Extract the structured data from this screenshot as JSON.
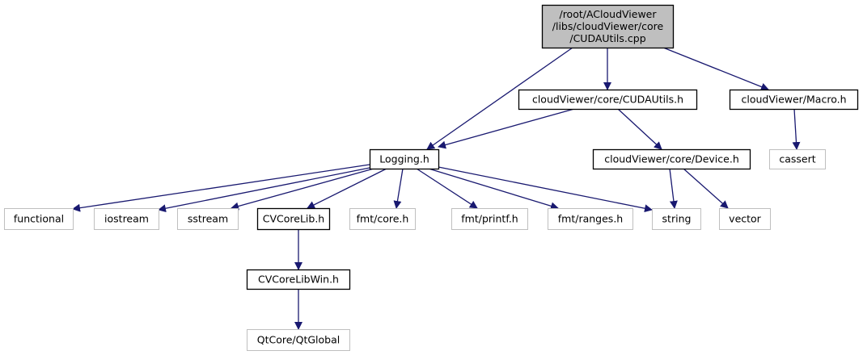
{
  "diagram": {
    "title": "Include dependency graph for CUDAUtils.cpp",
    "colors": {
      "edge": "#191970",
      "root_fill": "#bfbfbf",
      "root_stroke": "#000000",
      "internal_stroke": "#000000",
      "external_stroke": "#bfbfbf",
      "node_fill": "#ffffff"
    },
    "nodes": [
      {
        "id": "root",
        "label_lines": [
          "/root/ACloudViewer",
          "/libs/cloudViewer/core",
          "/CUDAUtils.cpp"
        ],
        "kind": "root"
      },
      {
        "id": "cudautils_h",
        "label_lines": [
          "cloudViewer/core/CUDAUtils.h"
        ],
        "kind": "internal"
      },
      {
        "id": "macro_h",
        "label_lines": [
          "cloudViewer/Macro.h"
        ],
        "kind": "internal"
      },
      {
        "id": "logging_h",
        "label_lines": [
          "Logging.h"
        ],
        "kind": "internal"
      },
      {
        "id": "device_h",
        "label_lines": [
          "cloudViewer/core/Device.h"
        ],
        "kind": "internal"
      },
      {
        "id": "cassert",
        "label_lines": [
          "cassert"
        ],
        "kind": "external"
      },
      {
        "id": "functional",
        "label_lines": [
          "functional"
        ],
        "kind": "external"
      },
      {
        "id": "iostream",
        "label_lines": [
          "iostream"
        ],
        "kind": "external"
      },
      {
        "id": "sstream",
        "label_lines": [
          "sstream"
        ],
        "kind": "external"
      },
      {
        "id": "cvcorelib_h",
        "label_lines": [
          "CVCoreLib.h"
        ],
        "kind": "internal"
      },
      {
        "id": "fmt_core_h",
        "label_lines": [
          "fmt/core.h"
        ],
        "kind": "external"
      },
      {
        "id": "fmt_printf_h",
        "label_lines": [
          "fmt/printf.h"
        ],
        "kind": "external"
      },
      {
        "id": "fmt_ranges_h",
        "label_lines": [
          "fmt/ranges.h"
        ],
        "kind": "external"
      },
      {
        "id": "string",
        "label_lines": [
          "string"
        ],
        "kind": "external"
      },
      {
        "id": "vector",
        "label_lines": [
          "vector"
        ],
        "kind": "external"
      },
      {
        "id": "cvcorelibwin_h",
        "label_lines": [
          "CVCoreLibWin.h"
        ],
        "kind": "internal"
      },
      {
        "id": "qtglobal",
        "label_lines": [
          "QtCore/QtGlobal"
        ],
        "kind": "external"
      }
    ],
    "edges": [
      {
        "from": "root",
        "to": "logging_h"
      },
      {
        "from": "root",
        "to": "cudautils_h"
      },
      {
        "from": "root",
        "to": "macro_h"
      },
      {
        "from": "cudautils_h",
        "to": "logging_h"
      },
      {
        "from": "cudautils_h",
        "to": "device_h"
      },
      {
        "from": "macro_h",
        "to": "cassert"
      },
      {
        "from": "logging_h",
        "to": "functional"
      },
      {
        "from": "logging_h",
        "to": "iostream"
      },
      {
        "from": "logging_h",
        "to": "sstream"
      },
      {
        "from": "logging_h",
        "to": "cvcorelib_h"
      },
      {
        "from": "logging_h",
        "to": "fmt_core_h"
      },
      {
        "from": "logging_h",
        "to": "fmt_printf_h"
      },
      {
        "from": "logging_h",
        "to": "fmt_ranges_h"
      },
      {
        "from": "logging_h",
        "to": "string"
      },
      {
        "from": "device_h",
        "to": "string"
      },
      {
        "from": "device_h",
        "to": "vector"
      },
      {
        "from": "cvcorelib_h",
        "to": "cvcorelibwin_h"
      },
      {
        "from": "cvcorelibwin_h",
        "to": "qtglobal"
      }
    ]
  }
}
